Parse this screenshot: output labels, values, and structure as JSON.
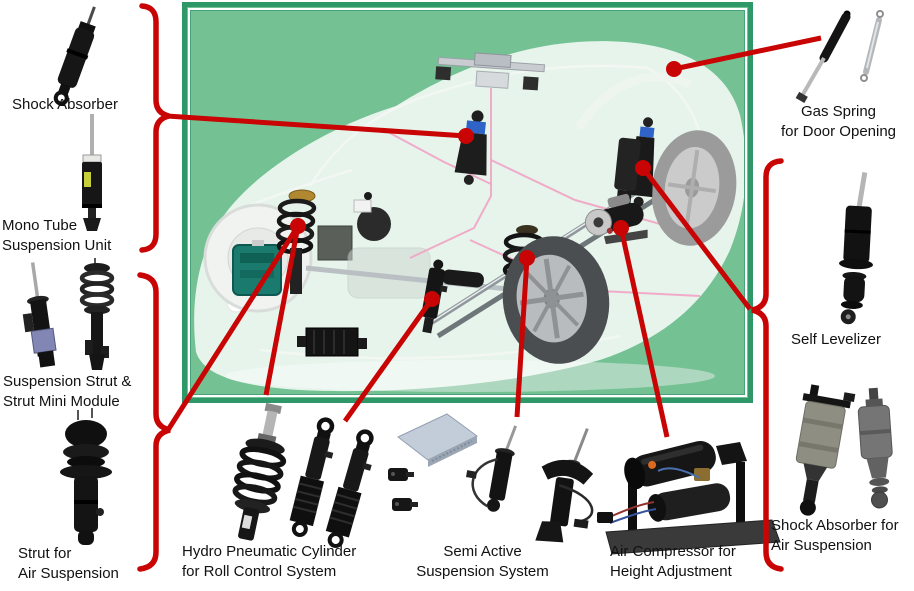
{
  "colors": {
    "page_bg": "#ffffff",
    "panel_bg": "#74c294",
    "panel_border": "#2f9868",
    "panel_inner_line": "#ffffff",
    "connector": "#c80404",
    "text": "#111111",
    "caliper_teal": "#1b7a6e",
    "damper_blue": "#2f63c8",
    "air_line_pink": "#f0a6c6"
  },
  "diagram": {
    "labels": {
      "shock_absorber": {
        "lines": [
          "Shock Absorber"
        ]
      },
      "mono_tube": {
        "lines": [
          "Mono Tube",
          "Suspension Unit"
        ]
      },
      "suspension_strut": {
        "lines": [
          "Suspension Strut &",
          "Strut Mini Module"
        ]
      },
      "strut_air_suspension": {
        "lines": [
          "Strut for",
          "Air Suspension"
        ]
      },
      "gas_spring": {
        "lines": [
          "Gas Spring",
          "for Door Opening"
        ]
      },
      "self_levelizer": {
        "lines": [
          "Self Levelizer"
        ]
      },
      "shock_absorber_air": {
        "lines": [
          "Shock Absorber for",
          "Air Suspension"
        ]
      },
      "hydro_pneumatic": {
        "lines": [
          "Hydro Pneumatic Cylinder",
          "for Roll Control System"
        ]
      },
      "semi_active": {
        "lines": [
          "Semi Active",
          "Suspension System"
        ]
      },
      "air_compressor": {
        "lines": [
          "Air Compressor for",
          "Height Adjustment"
        ]
      }
    }
  }
}
